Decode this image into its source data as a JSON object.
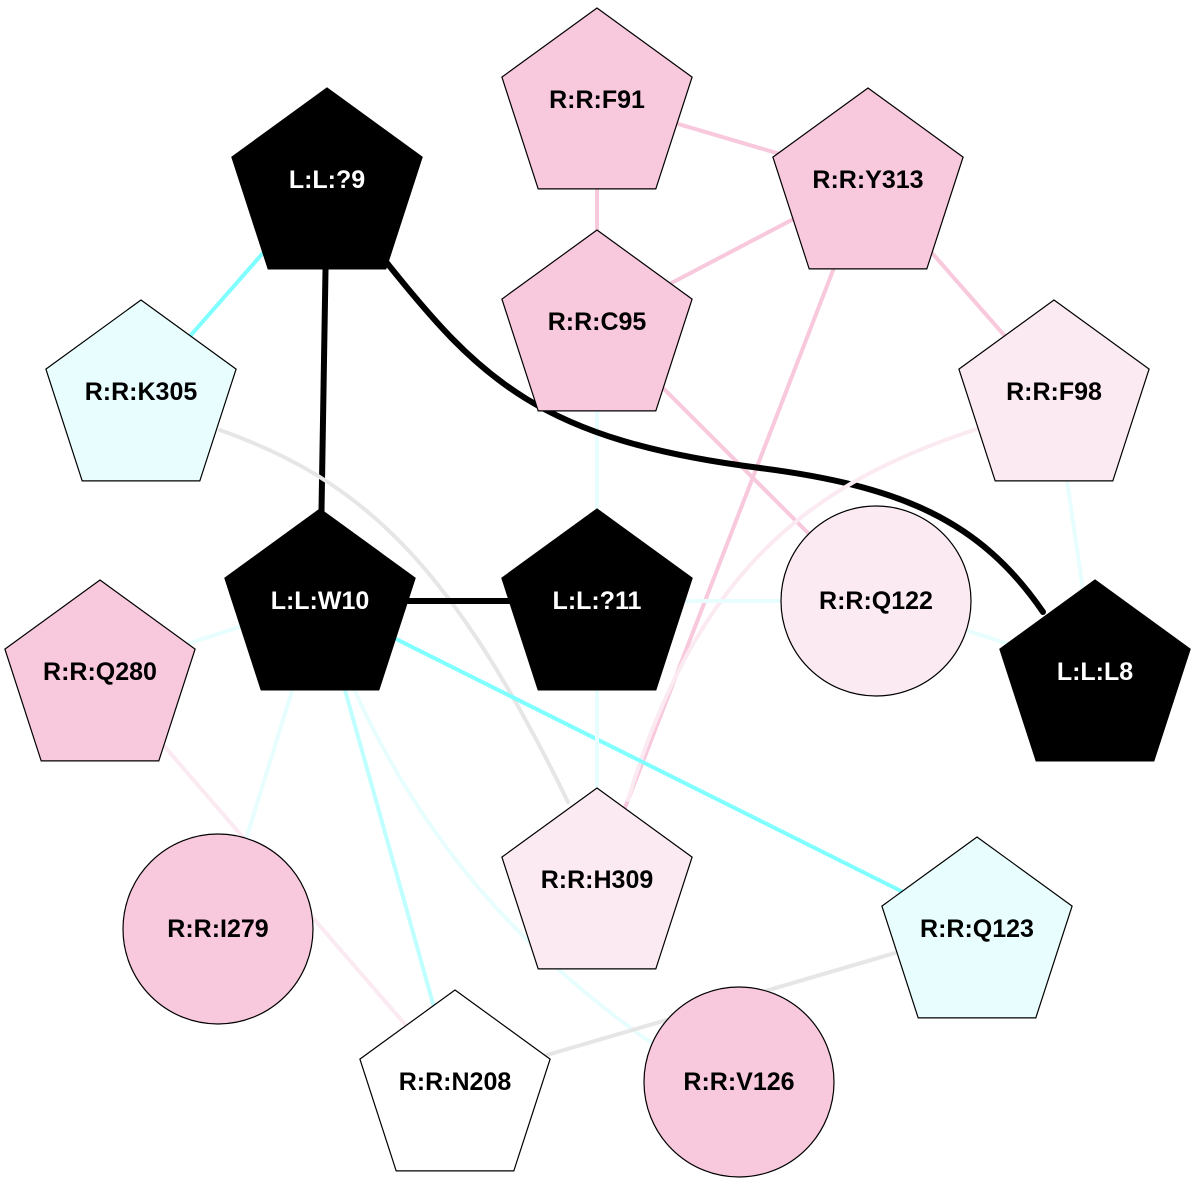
{
  "diagram": {
    "nodes": [
      {
        "id": "L:L:?9",
        "label": "L:L:?9",
        "shape": "pentagon",
        "fill": "#000000",
        "text_color": "#ffffff"
      },
      {
        "id": "R:R:F91",
        "label": "R:R:F91",
        "shape": "pentagon",
        "fill": "#f8c8dc",
        "text_color": "#000000"
      },
      {
        "id": "R:R:Y313",
        "label": "R:R:Y313",
        "shape": "pentagon",
        "fill": "#f8c8dc",
        "text_color": "#000000"
      },
      {
        "id": "R:R:C95",
        "label": "R:R:C95",
        "shape": "pentagon",
        "fill": "#f8c8dc",
        "text_color": "#000000"
      },
      {
        "id": "R:R:K305",
        "label": "R:R:K305",
        "shape": "pentagon",
        "fill": "#e8fefe",
        "text_color": "#000000"
      },
      {
        "id": "R:R:F98",
        "label": "R:R:F98",
        "shape": "pentagon",
        "fill": "#fbeaf2",
        "text_color": "#000000"
      },
      {
        "id": "L:L:W10",
        "label": "L:L:W10",
        "shape": "pentagon",
        "fill": "#000000",
        "text_color": "#ffffff"
      },
      {
        "id": "L:L:?11",
        "label": "L:L:?11",
        "shape": "pentagon",
        "fill": "#000000",
        "text_color": "#ffffff"
      },
      {
        "id": "R:R:Q122",
        "label": "R:R:Q122",
        "shape": "circle",
        "fill": "#fbeaf2",
        "text_color": "#000000"
      },
      {
        "id": "L:L:L8",
        "label": "L:L:L8",
        "shape": "pentagon",
        "fill": "#000000",
        "text_color": "#ffffff"
      },
      {
        "id": "R:R:Q280",
        "label": "R:R:Q280",
        "shape": "pentagon",
        "fill": "#f8c8dc",
        "text_color": "#000000"
      },
      {
        "id": "R:R:I279",
        "label": "R:R:I279",
        "shape": "circle",
        "fill": "#f8c8dc",
        "text_color": "#000000"
      },
      {
        "id": "R:R:H309",
        "label": "R:R:H309",
        "shape": "pentagon",
        "fill": "#fbeaf2",
        "text_color": "#000000"
      },
      {
        "id": "R:R:Q123",
        "label": "R:R:Q123",
        "shape": "pentagon",
        "fill": "#e8fefe",
        "text_color": "#000000"
      },
      {
        "id": "R:R:N208",
        "label": "R:R:N208",
        "shape": "pentagon",
        "fill": "#ffffff",
        "text_color": "#000000"
      },
      {
        "id": "R:R:V126",
        "label": "R:R:V126",
        "shape": "circle",
        "fill": "#f8c8dc",
        "text_color": "#000000"
      }
    ],
    "edges": [
      {
        "source": "R:R:F91",
        "target": "R:R:Y313",
        "color": "#f8c8dc",
        "weight": "normal"
      },
      {
        "source": "R:R:F91",
        "target": "R:R:C95",
        "color": "#f8c8dc",
        "weight": "normal"
      },
      {
        "source": "R:R:Y313",
        "target": "R:R:C95",
        "color": "#f8c8dc",
        "weight": "normal"
      },
      {
        "source": "R:R:Y313",
        "target": "R:R:F98",
        "color": "#f8c8dc",
        "weight": "normal"
      },
      {
        "source": "R:R:Y313",
        "target": "R:R:H309",
        "color": "#f8c8dc",
        "weight": "normal"
      },
      {
        "source": "R:R:C95",
        "target": "R:R:Q122",
        "color": "#f8c8dc",
        "weight": "normal"
      },
      {
        "source": "R:R:C95",
        "target": "L:L:?11",
        "color": "#e8fefe",
        "weight": "normal"
      },
      {
        "source": "L:L:?9",
        "target": "R:R:K305",
        "color": "#80ffff",
        "weight": "normal"
      },
      {
        "source": "L:L:?9",
        "target": "L:L:W10",
        "color": "#000000",
        "weight": "bold"
      },
      {
        "source": "L:L:?9",
        "target": "L:L:L8",
        "color": "#000000",
        "weight": "bold",
        "curve": true
      },
      {
        "source": "R:R:K305",
        "target": "R:R:H309",
        "color": "#e6e6e6",
        "weight": "normal",
        "curve": true
      },
      {
        "source": "R:R:F98",
        "target": "L:L:L8",
        "color": "#e8fefe",
        "weight": "normal"
      },
      {
        "source": "R:R:F98",
        "target": "R:R:H309",
        "color": "#fbeaf2",
        "weight": "normal",
        "curve": true
      },
      {
        "source": "L:L:W10",
        "target": "L:L:?11",
        "color": "#000000",
        "weight": "bold"
      },
      {
        "source": "L:L:W10",
        "target": "R:R:Q123",
        "color": "#80ffff",
        "weight": "normal"
      },
      {
        "source": "L:L:W10",
        "target": "R:R:Q280",
        "color": "#e8fefe",
        "weight": "normal"
      },
      {
        "source": "L:L:W10",
        "target": "R:R:I279",
        "color": "#e8fefe",
        "weight": "normal"
      },
      {
        "source": "L:L:W10",
        "target": "R:R:N208",
        "color": "#c0ffff",
        "weight": "normal"
      },
      {
        "source": "L:L:W10",
        "target": "R:R:V126",
        "color": "#e8fefe",
        "weight": "normal",
        "curve": true
      },
      {
        "source": "L:L:?11",
        "target": "R:R:Q122",
        "color": "#e8fefe",
        "weight": "normal"
      },
      {
        "source": "L:L:?11",
        "target": "R:R:H309",
        "color": "#e8fefe",
        "weight": "normal"
      },
      {
        "source": "R:R:Q122",
        "target": "L:L:L8",
        "color": "#e8fefe",
        "weight": "normal"
      },
      {
        "source": "R:R:Q280",
        "target": "R:R:N208",
        "color": "#fbeaf2",
        "weight": "normal"
      },
      {
        "source": "R:R:Q123",
        "target": "R:R:N208",
        "color": "#e6e6e6",
        "weight": "normal"
      }
    ]
  }
}
